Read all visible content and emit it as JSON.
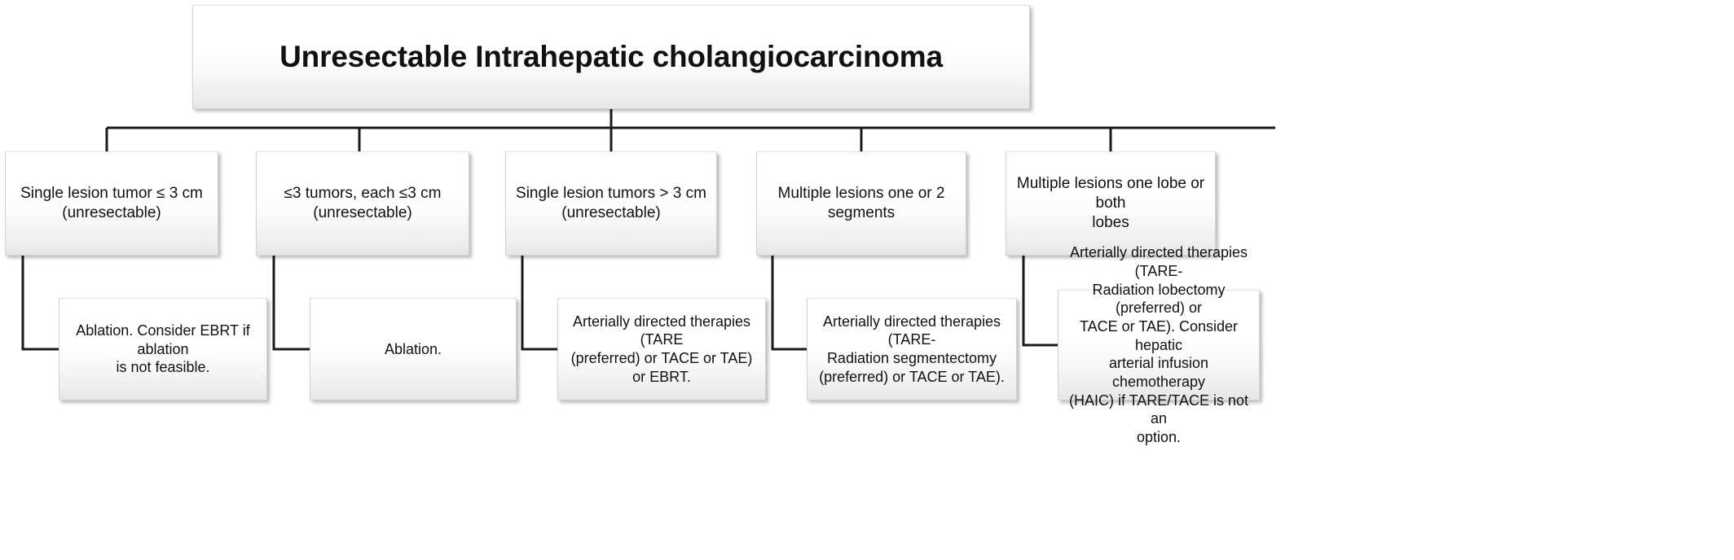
{
  "diagram": {
    "title": "Unresectable Intrahepatic cholangiocarcinoma",
    "root": {
      "label": "Unresectable Intrahepatic cholangiocarcinoma"
    },
    "criteria": [
      {
        "label": "Single lesion tumor ≤ 3 cm\n(unresectable)"
      },
      {
        "label": "≤3 tumors, each ≤3 cm\n(unresectable)"
      },
      {
        "label": "Single lesion tumors > 3 cm\n(unresectable)"
      },
      {
        "label": "Multiple lesions one or 2 segments"
      },
      {
        "label": "Multiple lesions one lobe or both\nlobes"
      }
    ],
    "treatments": [
      {
        "label": "Ablation. Consider EBRT if ablation\nis not feasible."
      },
      {
        "label": "Ablation."
      },
      {
        "label": "Arterially directed therapies (TARE\n(preferred) or TACE or TAE) or EBRT."
      },
      {
        "label": "Arterially directed therapies (TARE-\nRadiation segmentectomy\n(preferred) or TACE or TAE)."
      },
      {
        "label": "Arterially directed therapies (TARE-\nRadiation lobectomy (preferred) or\nTACE or TAE). Consider hepatic\narterial infusion chemotherapy\n(HAIC) if TARE/TACE is not an\noption."
      }
    ],
    "colors": {
      "connector": "#1a1a1a",
      "box_border": "#d2d2d4",
      "box_fill_top": "#ffffff",
      "box_fill_bottom": "#e6e6e7",
      "text": "#111111",
      "background": "#ffffff"
    }
  }
}
